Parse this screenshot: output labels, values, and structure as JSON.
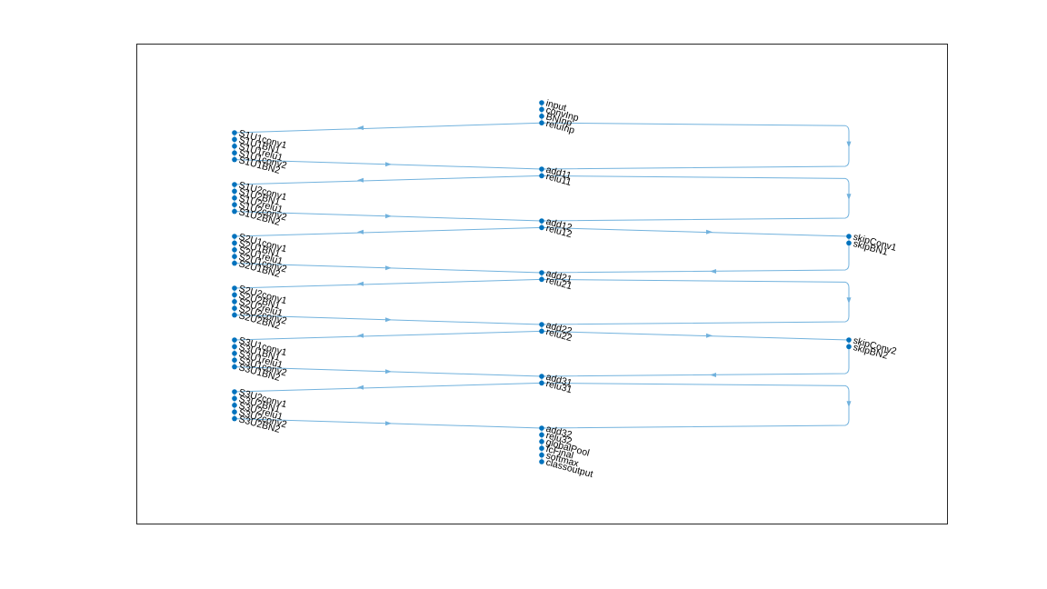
{
  "figure": {
    "frame_color": "#262626",
    "edge_color": "#72b2dd",
    "node_color": "#0072bd"
  },
  "graph": {
    "columns": {
      "main": [
        "input",
        "convInp",
        "BNInp",
        "reluInp"
      ],
      "after_stage_1_1": [
        "add11",
        "relu11"
      ],
      "after_stage_1_2": [
        "add12",
        "relu12"
      ],
      "after_stage_2_1": [
        "add21",
        "relu21"
      ],
      "after_stage_2_2": [
        "add22",
        "relu22"
      ],
      "after_stage_3_1": [
        "add31",
        "relu31"
      ],
      "output": [
        "add32",
        "relu32",
        "globalPool",
        "fcFinal",
        "softmax",
        "classoutput"
      ]
    },
    "units": [
      [
        "S1U1conv1",
        "S1U1BN1",
        "S1U1relu1",
        "S1U1conv2",
        "S1U1BN2"
      ],
      [
        "S1U2conv1",
        "S1U2BN1",
        "S1U2relu1",
        "S1U2conv2",
        "S1U2BN2"
      ],
      [
        "S2U1conv1",
        "S2U1BN1",
        "S2U1relu1",
        "S2U1conv2",
        "S2U1BN2"
      ],
      [
        "S2U2conv1",
        "S2U2BN1",
        "S2U2relu1",
        "S2U2conv2",
        "S2U2BN2"
      ],
      [
        "S3U1conv1",
        "S3U1BN1",
        "S3U1relu1",
        "S3U1conv2",
        "S3U1BN2"
      ],
      [
        "S3U2conv1",
        "S3U2BN1",
        "S3U2relu1",
        "S3U2conv2",
        "S3U2BN2"
      ]
    ],
    "skips": [
      [
        "skipConv1",
        "skipBN1"
      ],
      [
        "skipConv2",
        "skipBN2"
      ]
    ]
  }
}
